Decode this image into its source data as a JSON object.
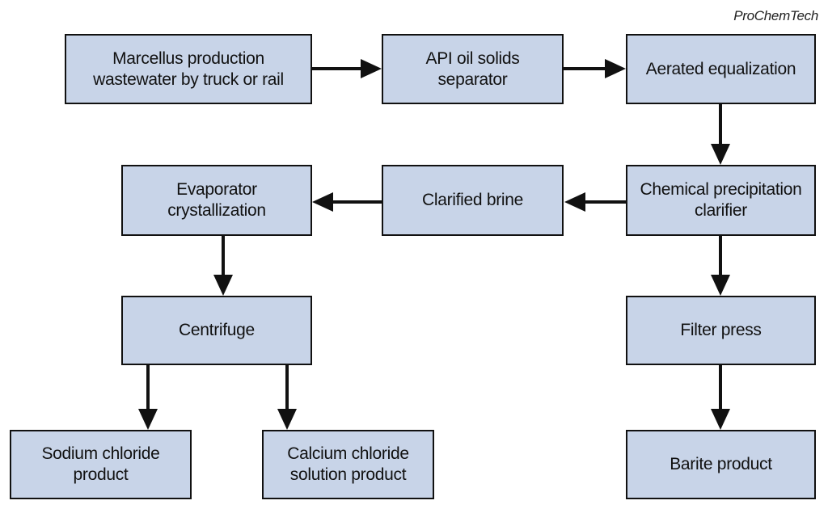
{
  "credit": "ProChemTech",
  "nodes": {
    "marcellus": "Marcellus production\nwastewater by truck or rail",
    "api": "API oil solids\nseparator",
    "aerated": "Aerated equalization",
    "chemical": "Chemical precipitation\nclarifier",
    "brine": "Clarified brine",
    "evaporator": "Evaporator\ncrystallization",
    "centrifuge": "Centrifuge",
    "filter": "Filter press",
    "sodium": "Sodium chloride\nproduct",
    "calcium": "Calcium chloride\nsolution product",
    "barite": "Barite product"
  }
}
